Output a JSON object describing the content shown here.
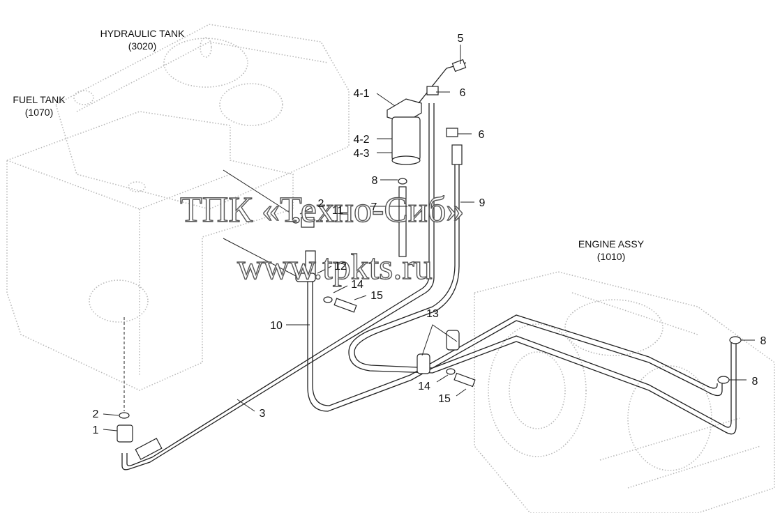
{
  "labels": {
    "hydraulic_tank": "HYDRAULIC TANK",
    "hydraulic_tank_code": "(3020)",
    "fuel_tank": "FUEL TANK",
    "fuel_tank_code": "(1070)",
    "engine_assy": "ENGINE ASSY",
    "engine_assy_code": "(1010)"
  },
  "watermark": {
    "line1": "ТПК «Техно-Сиб»",
    "line2": "www.tpkts.ru"
  },
  "callouts": {
    "c5": "5",
    "c4_1": "4-1",
    "c6_top": "6",
    "c6_mid": "6",
    "c4_2": "4-2",
    "c4_3": "4-3",
    "c8_filter": "8",
    "c2_top": "2",
    "c11": "11",
    "c7": "7",
    "c9": "9",
    "c12": "12",
    "c14_top": "14",
    "c15_top": "15",
    "c10": "10",
    "c13": "13",
    "c8_right_top": "8",
    "c8_right_bottom": "8",
    "c14_bottom": "14",
    "c15_bottom": "15",
    "c3": "3",
    "c2_bottom": "2",
    "c1": "1"
  }
}
